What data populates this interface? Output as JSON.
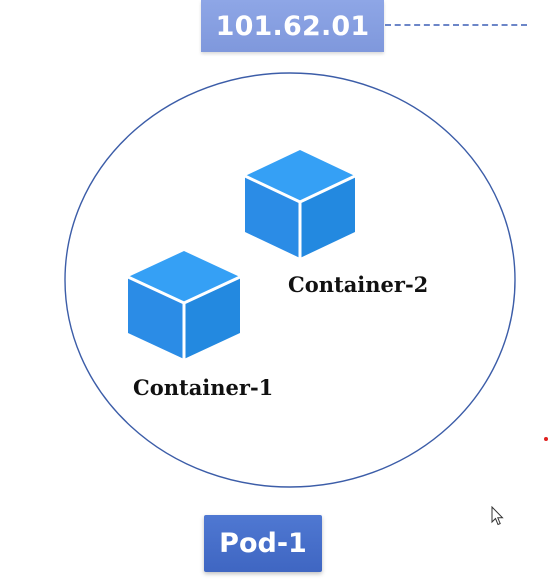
{
  "ip_address": "101.62.01",
  "pod": {
    "label": "Pod-1"
  },
  "containers": [
    {
      "label": "Container-1",
      "icon": "cube-icon"
    },
    {
      "label": "Container-2",
      "icon": "cube-icon"
    }
  ],
  "colors": {
    "ip_box": "#8ea6e6",
    "pod_box": "#4572c8",
    "pod_circle_stroke": "#3c5da8",
    "cube_fill": "#2f93ec",
    "cube_edge": "#ffffff",
    "dashed_link": "#6c86c8"
  }
}
